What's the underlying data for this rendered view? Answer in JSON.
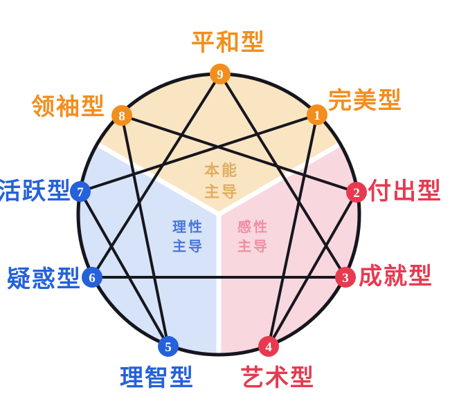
{
  "colors": {
    "instinct_accent": "#F28E1E",
    "emotion_accent": "#E73A50",
    "thinking_accent": "#2561DB",
    "instinct_fill": "#FAE5C3",
    "emotion_fill": "#F9D7DF",
    "thinking_fill": "#D7E3F8",
    "instinct_center_text": "#DFAE62",
    "emotion_center_text": "#EE8FA2",
    "thinking_center_text": "#4A76D9",
    "line_color": "#16161E",
    "divider_color": "#FFFFFF",
    "node_number_color": "#FFFFFF",
    "background": "#FFFFFF"
  },
  "nodes": [
    {
      "number": "9",
      "label": "平和型",
      "group": "instinct"
    },
    {
      "number": "1",
      "label": "完美型",
      "group": "instinct"
    },
    {
      "number": "2",
      "label": "付出型",
      "group": "emotion"
    },
    {
      "number": "3",
      "label": "成就型",
      "group": "emotion"
    },
    {
      "number": "4",
      "label": "艺术型",
      "group": "emotion"
    },
    {
      "number": "5",
      "label": "理智型",
      "group": "thinking"
    },
    {
      "number": "6",
      "label": "疑惑型",
      "group": "thinking"
    },
    {
      "number": "7",
      "label": "活跃型",
      "group": "thinking"
    },
    {
      "number": "8",
      "label": "领袖型",
      "group": "instinct"
    }
  ],
  "centers": [
    {
      "line1": "本能",
      "line2": "主导"
    },
    {
      "line1": "理性",
      "line2": "主导"
    },
    {
      "line1": "感性",
      "line2": "主导"
    }
  ]
}
